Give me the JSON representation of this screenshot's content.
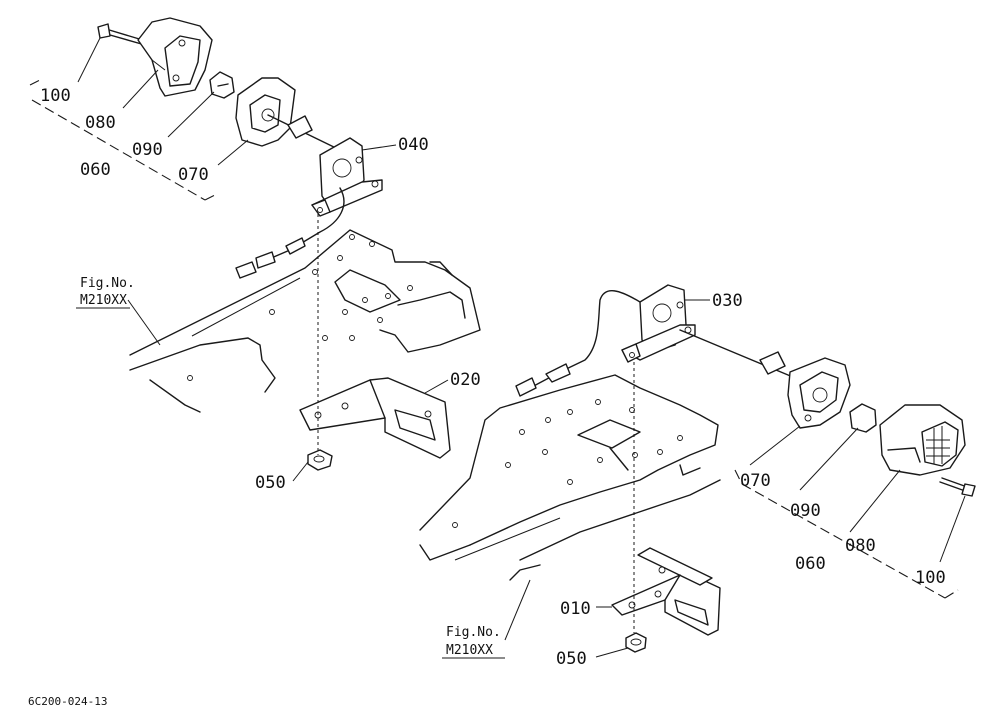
{
  "labels": {
    "l100_left": "100",
    "l080_left": "080",
    "l090_left": "090",
    "l060_left": "060",
    "l070_left": "070",
    "l040": "040",
    "l020": "020",
    "l050_left": "050",
    "l030": "030",
    "l070_right": "070",
    "l090_right": "090",
    "l080_right": "080",
    "l060_right": "060",
    "l100_right": "100",
    "l010": "010",
    "l050_right": "050"
  },
  "refs": {
    "left_line1": "Fig.No.",
    "left_line2": "M210XX",
    "right_line1": "Fig.No.",
    "right_line2": "M210XX"
  },
  "footer": "6C200-024-13"
}
